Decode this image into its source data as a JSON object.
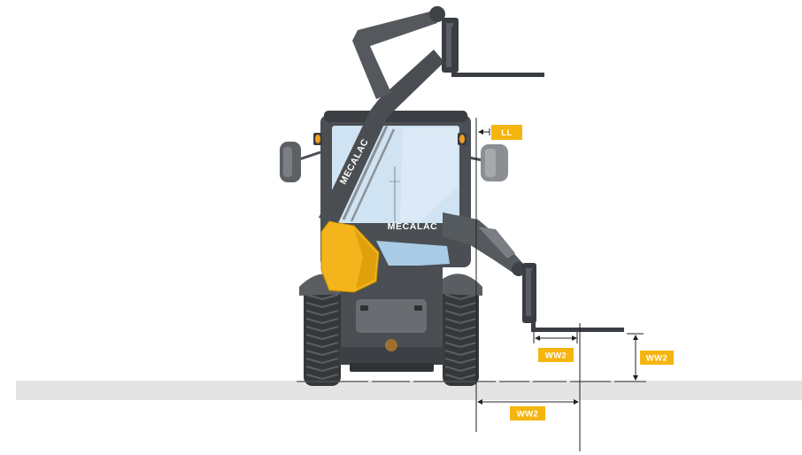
{
  "logos": {
    "boom_logo": "MECALAC",
    "body_logo": "MECALAC"
  },
  "dimension_labels": [
    "LL",
    "WW2",
    "WW2",
    "WW2"
  ],
  "colors": {
    "label_background": "#f5b50f",
    "label_text": "#ffffff",
    "machine_body": "#4b4f53",
    "cab_glass": "#cfe3f2",
    "bucket_yellow": "#f3b51b",
    "ground": "#e4e4e4",
    "logo_text": "#ffffff"
  }
}
